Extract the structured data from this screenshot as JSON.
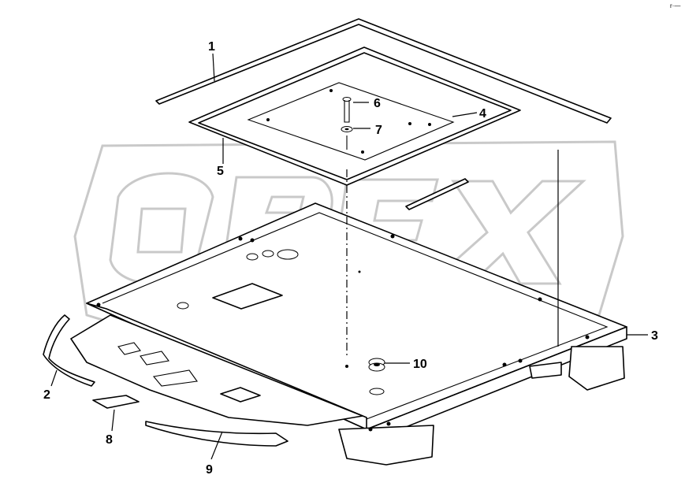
{
  "watermark": {
    "text": "OPEX",
    "color": "#c9c9c9"
  },
  "callouts": [
    {
      "id": "1",
      "label": "1"
    },
    {
      "id": "2",
      "label": "2"
    },
    {
      "id": "3",
      "label": "3"
    },
    {
      "id": "4",
      "label": "4"
    },
    {
      "id": "5",
      "label": "5"
    },
    {
      "id": "6",
      "label": "6"
    },
    {
      "id": "7",
      "label": "7"
    },
    {
      "id": "8",
      "label": "8"
    },
    {
      "id": "9",
      "label": "9"
    },
    {
      "id": "10",
      "label": "10"
    }
  ],
  "corner_mark": "r·—"
}
